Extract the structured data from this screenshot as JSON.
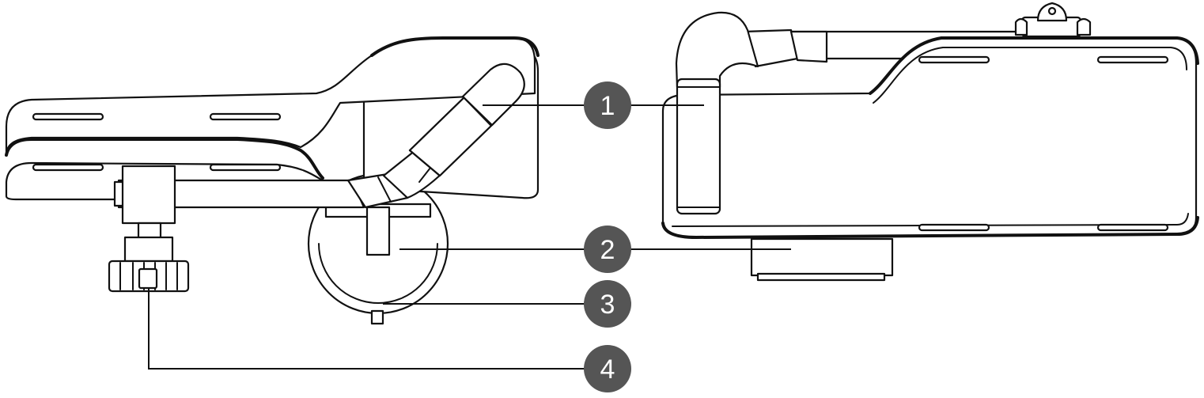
{
  "colors": {
    "outline": "#111111",
    "callout_fill": "#555555",
    "callout_text": "#ffffff",
    "background": "#ffffff"
  },
  "callouts": [
    {
      "number": "1"
    },
    {
      "number": "2"
    },
    {
      "number": "3"
    },
    {
      "number": "4"
    }
  ]
}
